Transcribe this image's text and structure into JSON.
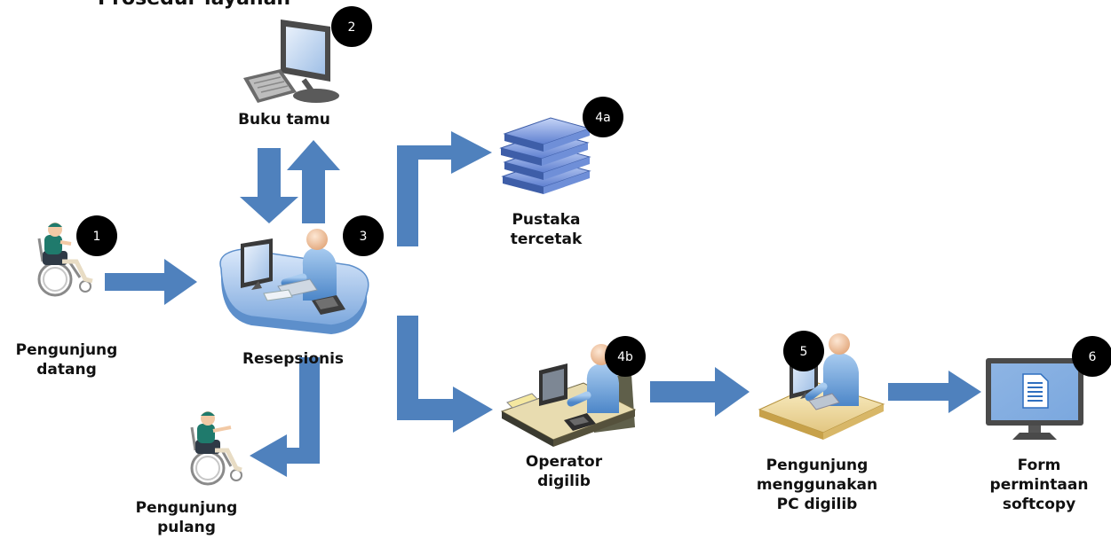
{
  "title_fragment": "Prosedur layanan",
  "nodes": {
    "visitor_arrive": {
      "badge": "1",
      "label": "Pengunjung\ndatang"
    },
    "guestbook": {
      "badge": "2",
      "label": "Buku tamu"
    },
    "receptionist": {
      "badge": "3",
      "label": "Resepsionis"
    },
    "printed": {
      "badge": "4a",
      "label": "Pustaka\ntercetak"
    },
    "operator": {
      "badge": "4b",
      "label": "Operator\ndigilib"
    },
    "visitor_pc": {
      "badge": "5",
      "label": "Pengunjung\nmenggunakan\nPC digilib"
    },
    "form": {
      "badge": "6",
      "label": "Form\npermintaan\nsoftcopy"
    },
    "visitor_leave": {
      "label": "Pengunjung\npulang"
    }
  },
  "colors": {
    "arrow": "#4f81bd",
    "badge": "#000000",
    "skin": "#f2c9a5",
    "shirt": "#1f7a6c",
    "monitor_blue": "#2f6fbf",
    "book_blue": "#6f8fd8"
  },
  "icons": {
    "visitor": "wheelchair-person-icon",
    "guestbook": "computer-icon",
    "receptionist": "receptionist-desk-icon",
    "printed": "book-stack-icon",
    "operator": "operator-desk-icon",
    "visitor_pc": "pc-user-icon",
    "form": "monitor-document-icon"
  }
}
